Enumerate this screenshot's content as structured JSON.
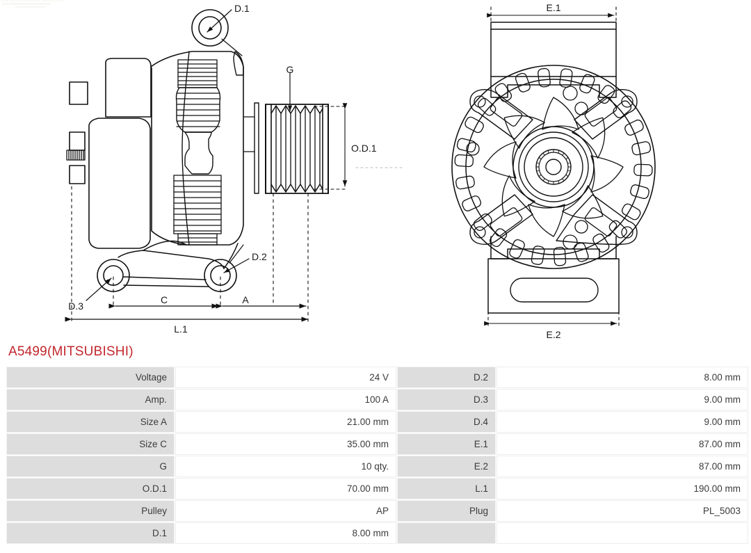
{
  "product": {
    "title": "A5499(MITSUBISHI)",
    "title_color": "#c1272d"
  },
  "drawings": {
    "side_view": {
      "name": "alternator-side-view",
      "labels": {
        "d1": "D.1",
        "d2": "D.2",
        "d3": "D.3",
        "g": "G",
        "od1": "O.D.1",
        "a": "A",
        "c": "C",
        "l1": "L.1"
      }
    },
    "end_view": {
      "name": "alternator-end-view",
      "labels": {
        "e1": "E.1",
        "e2": "E.2"
      }
    }
  },
  "spec_table": {
    "rows": [
      {
        "label_left": "Voltage",
        "value_left": "24 V",
        "label_right": "D.2",
        "value_right": "8.00 mm"
      },
      {
        "label_left": "Amp.",
        "value_left": "100 A",
        "label_right": "D.3",
        "value_right": "9.00 mm"
      },
      {
        "label_left": "Size A",
        "value_left": "21.00 mm",
        "label_right": "D.4",
        "value_right": "9.00 mm"
      },
      {
        "label_left": "Size C",
        "value_left": "35.00 mm",
        "label_right": "E.1",
        "value_right": "87.00 mm"
      },
      {
        "label_left": "G",
        "value_left": "10 qty.",
        "label_right": "E.2",
        "value_right": "87.00 mm"
      },
      {
        "label_left": "O.D.1",
        "value_left": "70.00 mm",
        "label_right": "L.1",
        "value_right": "190.00 mm"
      },
      {
        "label_left": "Pulley",
        "value_left": "AP",
        "label_right": "Plug",
        "value_right": "PL_5003"
      },
      {
        "label_left": "D.1",
        "value_left": "8.00 mm",
        "label_right": "",
        "value_right": ""
      }
    ]
  }
}
